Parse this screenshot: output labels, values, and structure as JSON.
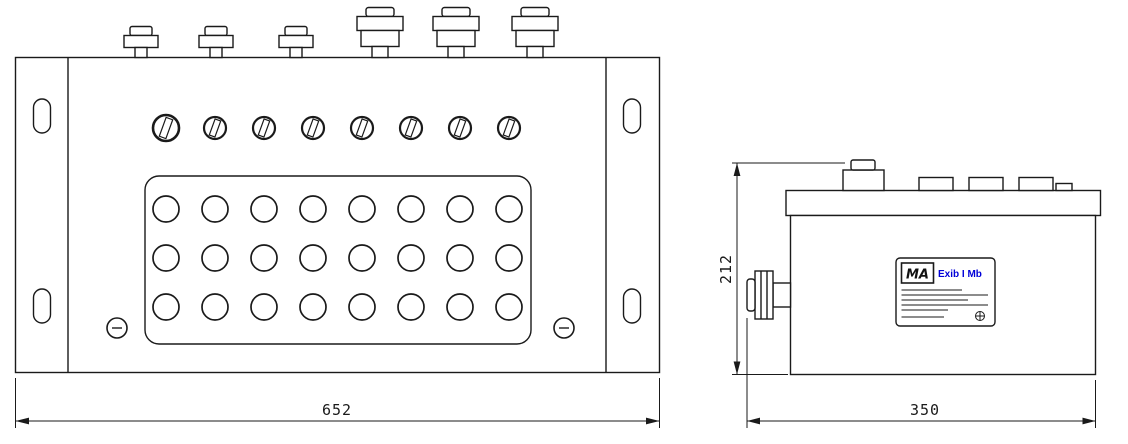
{
  "drawing": {
    "type": "technical-drawing-junction-box",
    "front_view": {
      "width_dim": "652"
    },
    "side_view": {
      "depth_dim": "350",
      "height_dim": "212"
    },
    "nameplate": {
      "logo": "MA",
      "marking": "Exib I Mb"
    },
    "terminals": {
      "rows": 3,
      "columns": 8
    },
    "cover_screws": 8,
    "cable_glands": {
      "small": 3,
      "large": 3
    },
    "mounting_slots": 4
  },
  "colors": {
    "line": "#1a1a1a",
    "marking_blue": "#0000d8",
    "background": "#ffffff"
  }
}
